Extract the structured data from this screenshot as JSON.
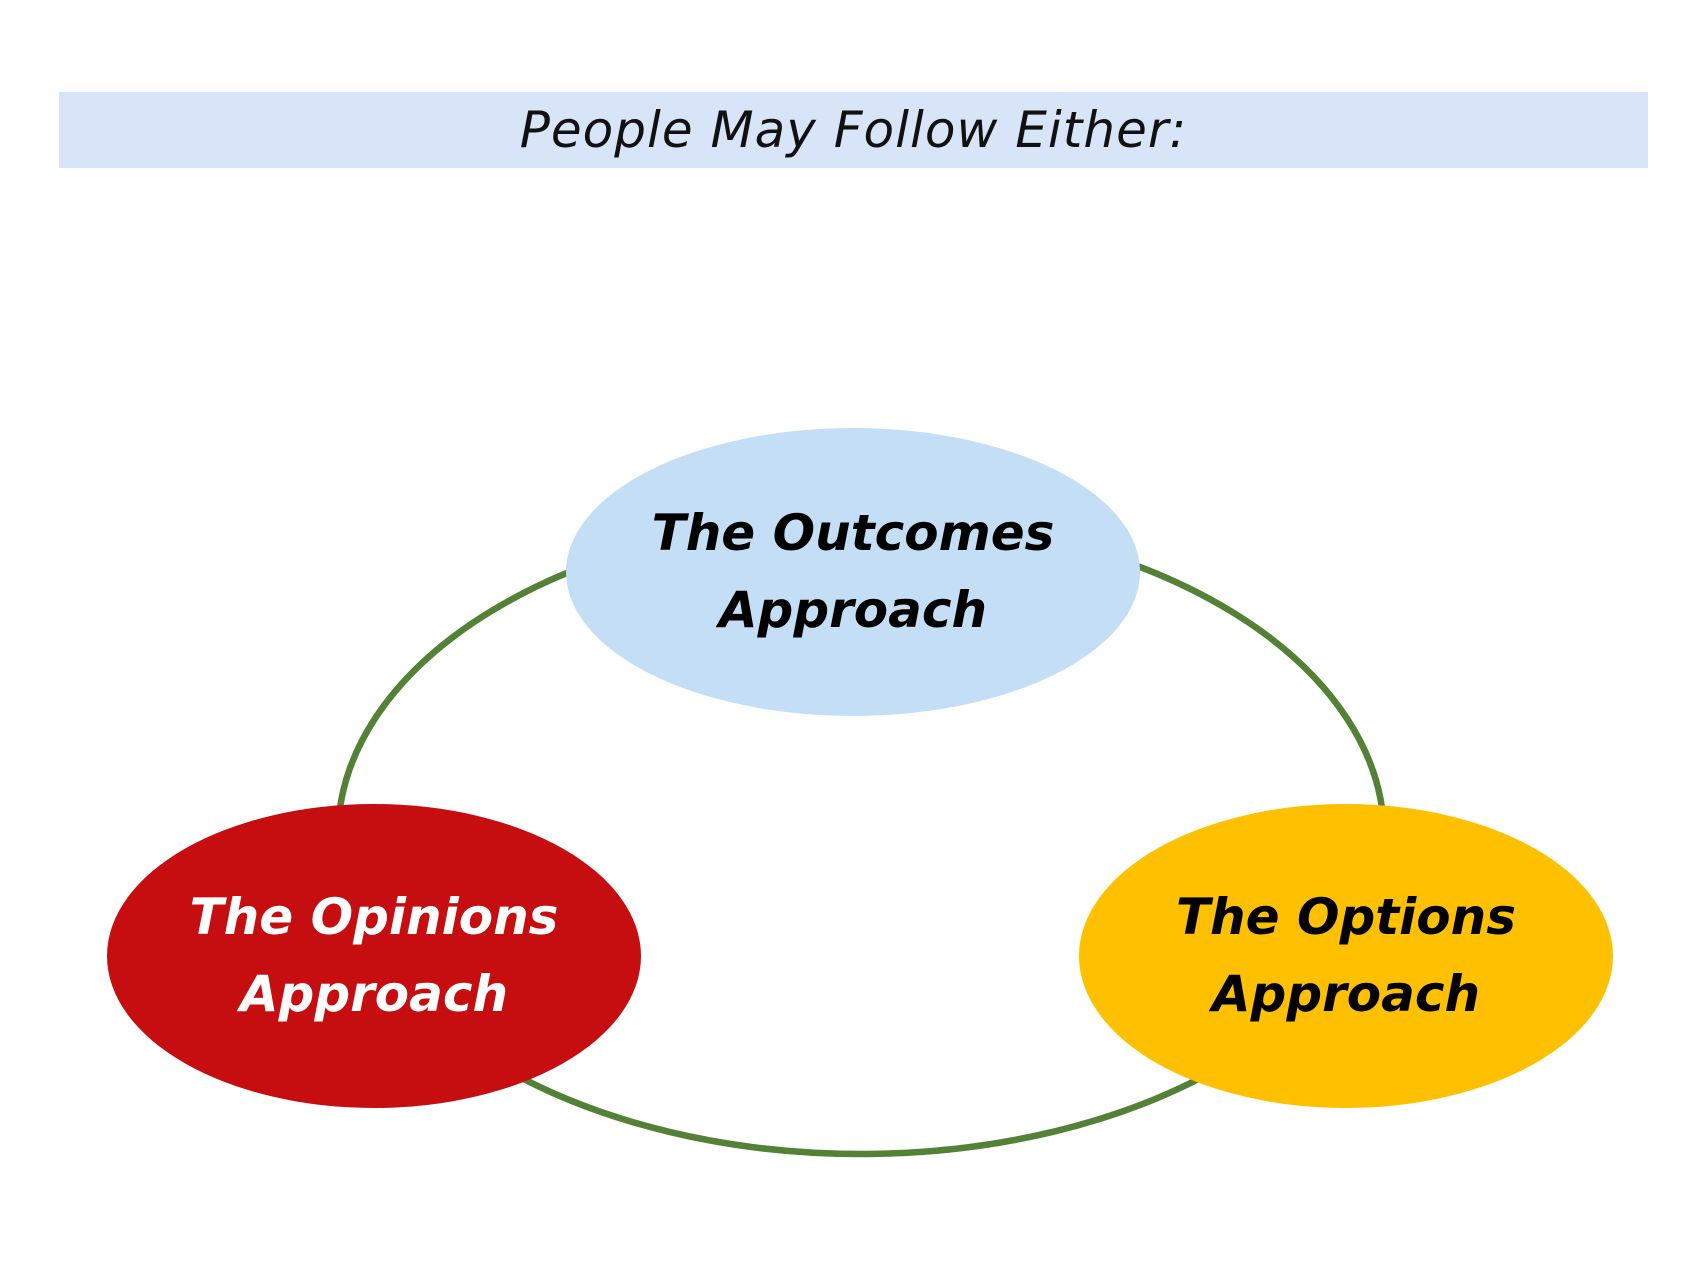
{
  "title": {
    "text": "People May Follow Either:"
  },
  "colors": {
    "title_bar_bg": "#d8e5f8",
    "title_text": "#111111",
    "ring_green": "#538135",
    "outcomes_fill": "#c3def5",
    "opinions_fill": "#c60d10",
    "options_fill": "#ffc000",
    "outcomes_text": "#000000",
    "opinions_text": "#ffffff",
    "options_text": "#000000"
  },
  "nodes": [
    {
      "id": "outcomes",
      "line1": "The Outcomes",
      "line2": "Approach"
    },
    {
      "id": "opinions",
      "line1": "The Opinions",
      "line2": "Approach"
    },
    {
      "id": "options",
      "line1": "The Options",
      "line2": "Approach"
    }
  ]
}
